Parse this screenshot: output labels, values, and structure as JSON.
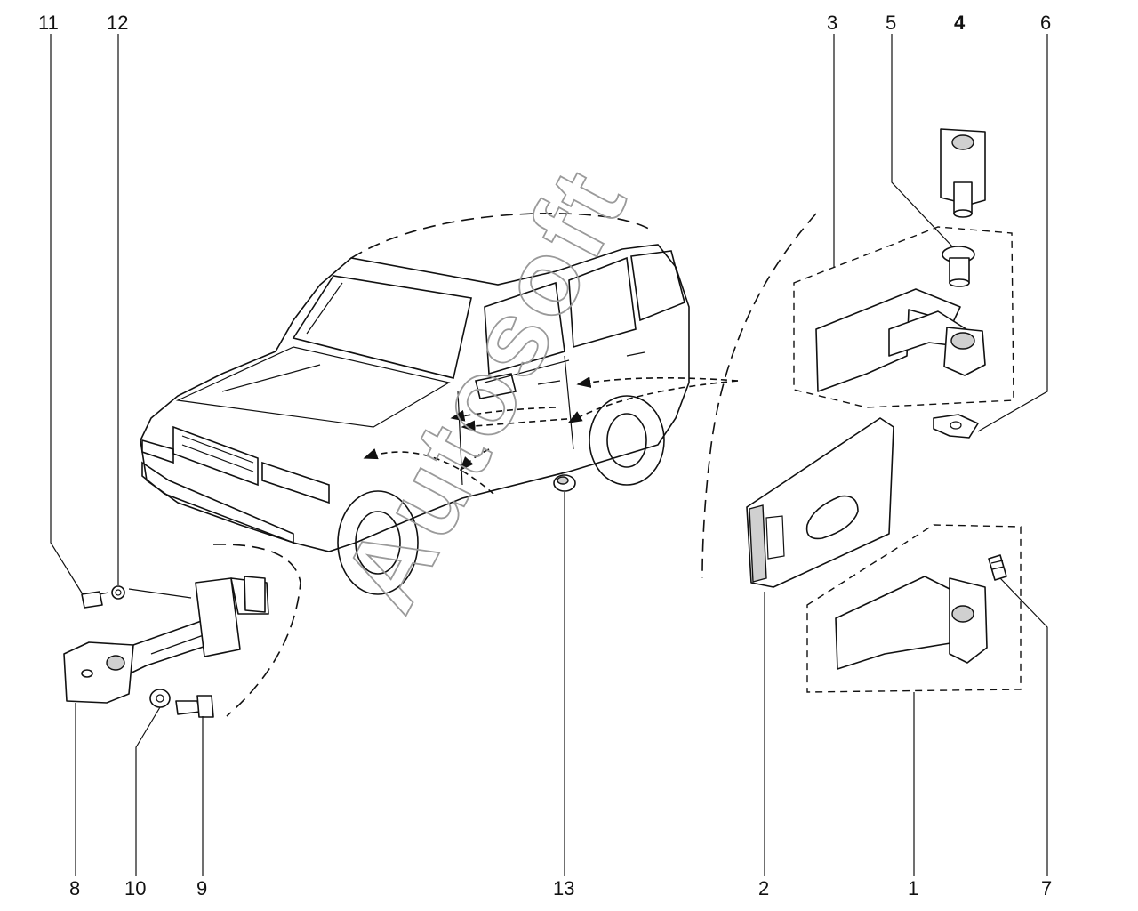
{
  "watermark": "Autosoft",
  "callouts": {
    "n1": "1",
    "n2": "2",
    "n3": "3",
    "n4": "4",
    "n5": "5",
    "n6": "6",
    "n7": "7",
    "n8": "8",
    "n9": "9",
    "n10": "10",
    "n11": "11",
    "n12": "12",
    "n13": "13"
  }
}
